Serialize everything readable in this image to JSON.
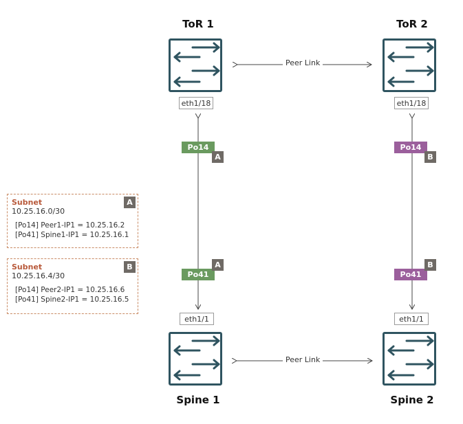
{
  "nodes": {
    "tor1": "ToR 1",
    "tor2": "ToR 2",
    "spine1": "Spine 1",
    "spine2": "Spine 2"
  },
  "ports": {
    "tor1_eth": "eth1/18",
    "tor2_eth": "eth1/18",
    "spine1_eth": "eth1/1",
    "spine2_eth": "eth1/1"
  },
  "port_channels": {
    "tor1_po": "Po14",
    "spine1_po": "Po41",
    "tor2_po": "Po14",
    "spine2_po": "Po41"
  },
  "badges": {
    "a": "A",
    "b": "B"
  },
  "links": {
    "peer_top": "Peer Link",
    "peer_bottom": "Peer Link"
  },
  "subnets": [
    {
      "badge": "A",
      "title": "Subnet",
      "cidr": "10.25.16.0/30",
      "lines": [
        "[Po14] Peer1-IP1 = 10.25.16.2",
        "[Po41] Spine1-IP1 = 10.25.16.1"
      ]
    },
    {
      "badge": "B",
      "title": "Subnet",
      "cidr": "10.25.16.4/30",
      "lines": [
        "[Po14] Peer2-IP1 = 10.25.16.6",
        "[Po41] Spine2-IP1 = 10.25.16.5"
      ]
    }
  ],
  "colors": {
    "switch_border": "#2f5460",
    "po_a": "#6a9a5f",
    "po_b": "#9b5f9c",
    "badge": "#6f6a65",
    "subnet_border": "#c98a63",
    "subnet_title": "#b8593a"
  },
  "icons": {
    "switch": "network-switch-icon"
  }
}
